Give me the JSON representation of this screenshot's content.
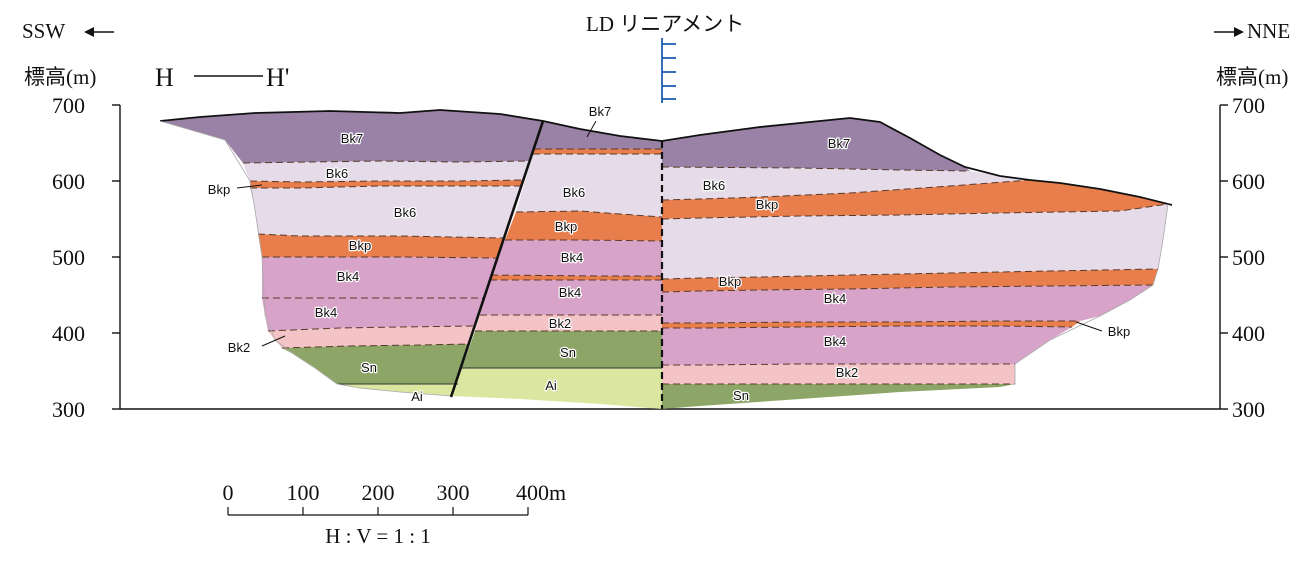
{
  "section": {
    "left_direction": "SSW",
    "right_direction": "NNE",
    "left_axis_title": "標高(m)",
    "right_axis_title": "標高(m)",
    "section_start": "H",
    "section_end": "H'",
    "lineament_label": "LD リニアメント",
    "elevation_ticks": [
      "700",
      "600",
      "500",
      "400",
      "300"
    ]
  },
  "colors": {
    "Bk7": "#9a82a6",
    "Bk6": "#e6dbe9",
    "Bkp": "#e77e4c",
    "Bk4": "#d7a3c8",
    "Bk2": "#f3c3c5",
    "Sn": "#8da566",
    "Ai": "#dbe7a1"
  },
  "units": {
    "left_block": [
      {
        "name": "Bk7"
      },
      {
        "name": "Bk6"
      },
      {
        "name": "Bkp"
      },
      {
        "name": "Bk6"
      },
      {
        "name": "Bkp"
      },
      {
        "name": "Bk4"
      },
      {
        "name": "Bk4"
      },
      {
        "name": "Bk2"
      },
      {
        "name": "Sn"
      },
      {
        "name": "Ai"
      }
    ],
    "middle_block": [
      {
        "name": "Bk7"
      },
      {
        "name": "Bk6"
      },
      {
        "name": "Bkp"
      },
      {
        "name": "Bk4"
      },
      {
        "name": "Bk4"
      },
      {
        "name": "Bk2"
      },
      {
        "name": "Sn"
      },
      {
        "name": "Ai"
      }
    ],
    "right_block": [
      {
        "name": "Bk7"
      },
      {
        "name": "Bk6"
      },
      {
        "name": "Bkp"
      },
      {
        "name": "Bkp"
      },
      {
        "name": "Bk4"
      },
      {
        "name": "Bk4"
      },
      {
        "name": "Bkp"
      },
      {
        "name": "Bk2"
      },
      {
        "name": "Sn"
      }
    ]
  },
  "scale_bar": {
    "labels": [
      "0",
      "100",
      "200",
      "300",
      "400m"
    ],
    "ratio": "H : V = 1 : 1"
  }
}
